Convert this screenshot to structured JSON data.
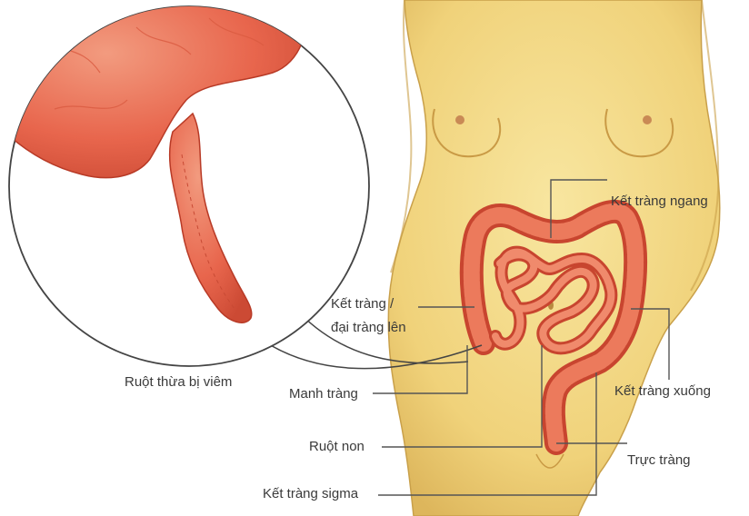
{
  "labels": {
    "appendix": "Ruột thừa bị viêm",
    "transverse_colon": "Kết tràng ngang",
    "ascending_colon_line1": "Kết tràng /",
    "ascending_colon_line2": "đại tràng lên",
    "cecum": "Manh tràng",
    "descending_colon": "Kết tràng xuống",
    "small_intestine": "Ruột non",
    "rectum": "Trực tràng",
    "sigmoid_colon": "Kết tràng sigma"
  },
  "colors": {
    "skin": "#f3d98a",
    "skin_shadow": "#d9b65c",
    "intestine": "#e8664d",
    "intestine_dark": "#c8452f",
    "leader_line": "#555555",
    "appendix_bg": "#e86a52"
  }
}
